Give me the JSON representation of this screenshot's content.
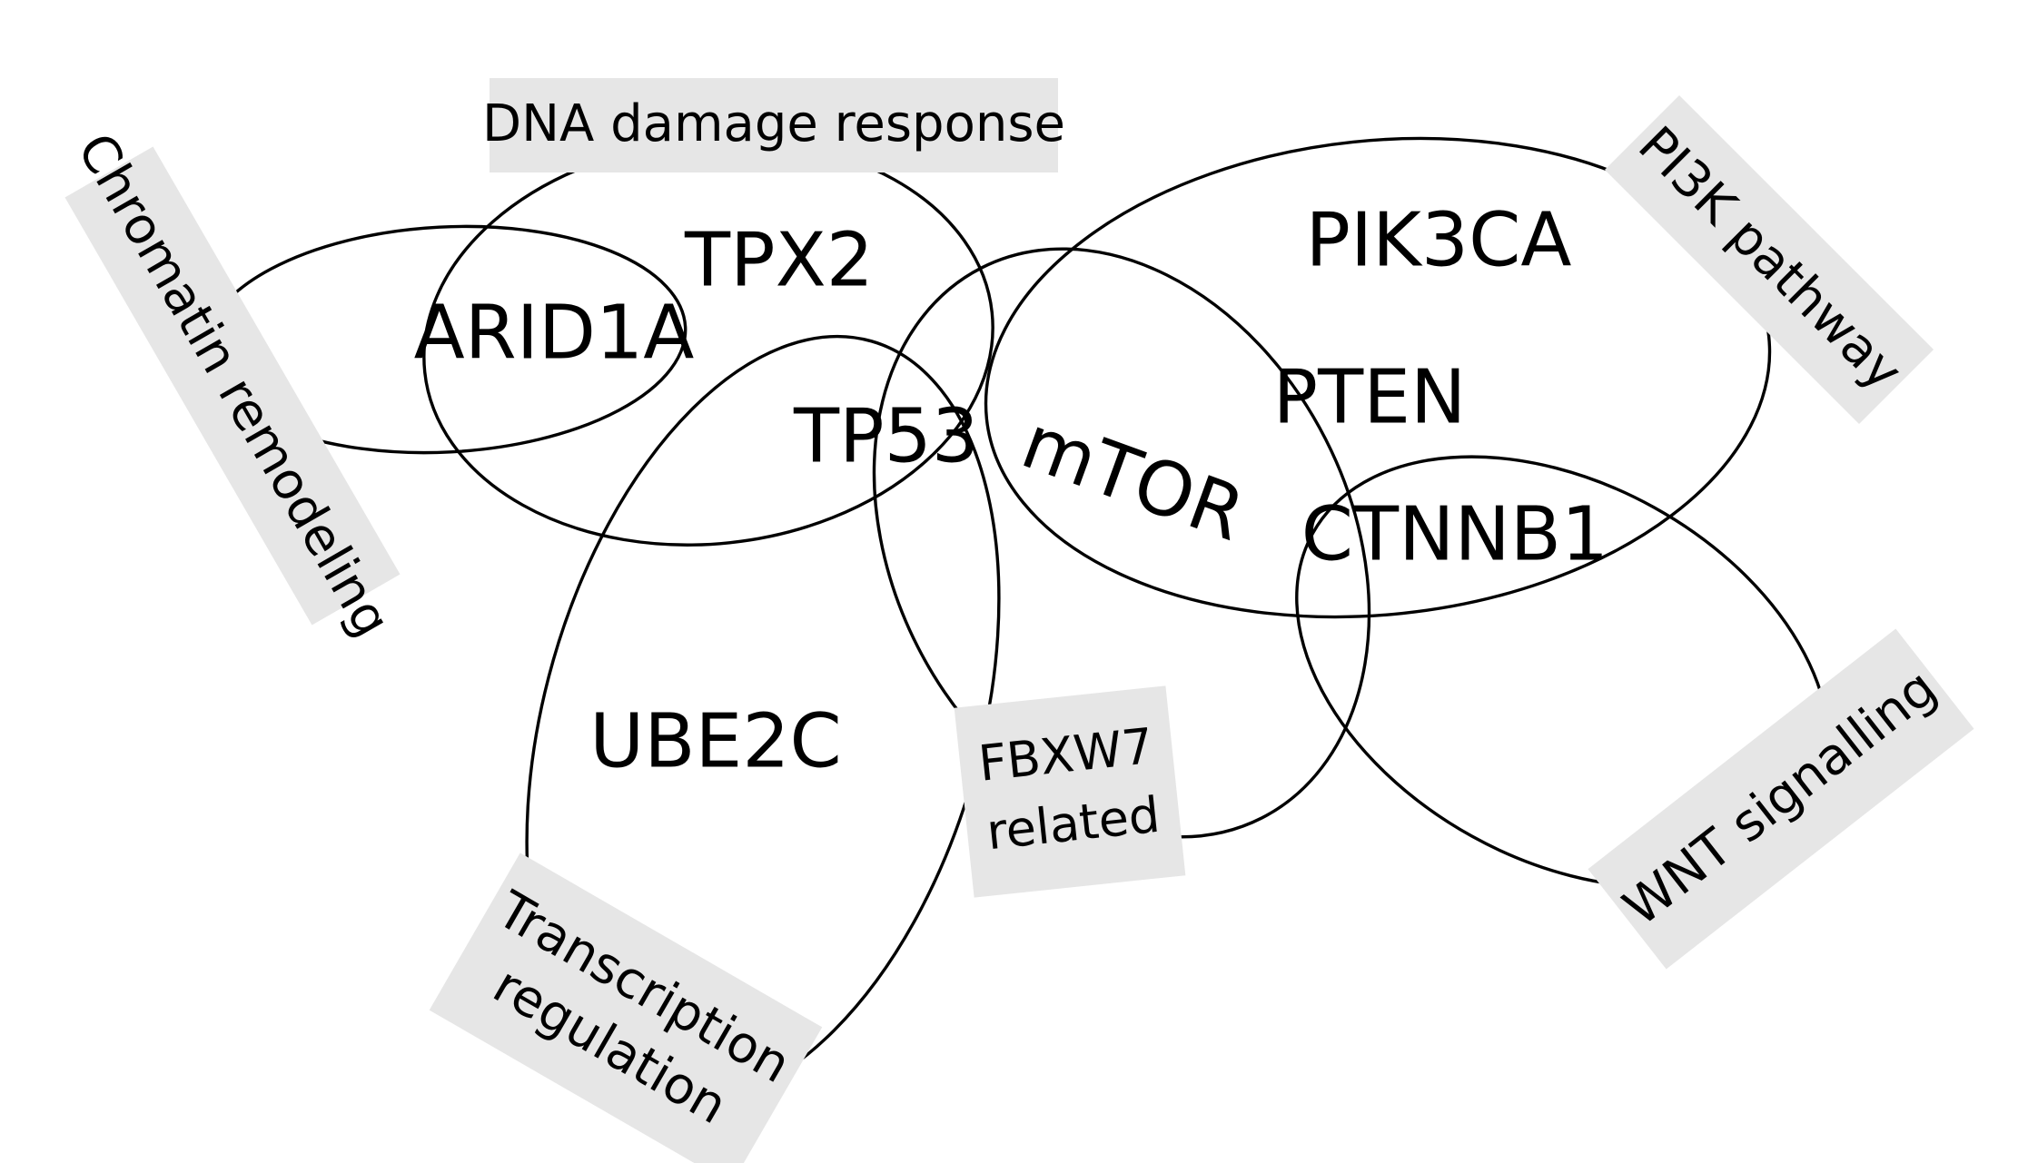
{
  "genes": {
    "arid1a": "ARID1A",
    "tpx2": "TPX2",
    "tp53": "TP53",
    "ube2c": "UBE2C",
    "mtor": "mTOR",
    "pik3ca": "PIK3CA",
    "pten": "PTEN",
    "ctnnb1": "CTNNB1"
  },
  "categories": {
    "dna_damage_response": "DNA damage response",
    "chromatin_remodeling": "Chromatin remodeling",
    "pi3k_pathway": "PI3K pathway",
    "transcription_regulation_line1": "Transcription",
    "transcription_regulation_line2": "regulation",
    "fbxw7_related_line1": "FBXW7",
    "fbxw7_related_line2": "related",
    "wnt_signalling": "WNT signalling"
  },
  "colors": {
    "label_background": "#e6e6e6",
    "outline": "#000000",
    "text": "#000000"
  }
}
